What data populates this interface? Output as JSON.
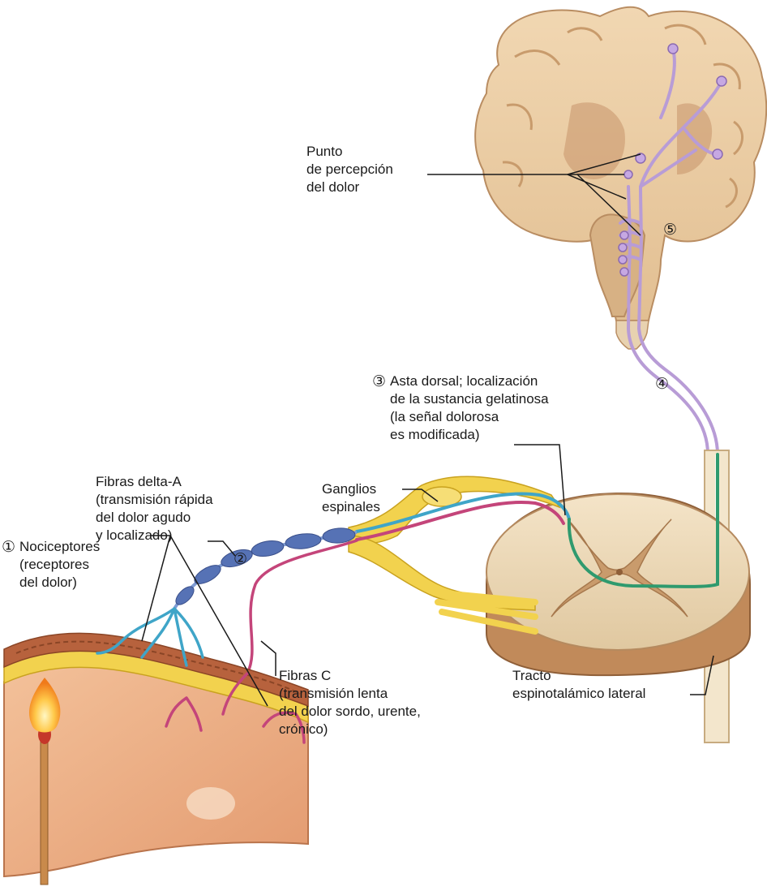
{
  "labels": {
    "perception": [
      "Punto",
      "de percepción",
      "del dolor"
    ],
    "dorsal_horn": [
      "Asta dorsal; localización",
      "de la sustancia gelatinosa",
      "(la señal dolorosa",
      "es modificada)"
    ],
    "delta_a": [
      "Fibras delta-A",
      "(transmisión rápida",
      "del dolor agudo",
      "y localizado)"
    ],
    "ganglia": [
      "Ganglios",
      "espinales"
    ],
    "nociceptors": [
      "Nociceptores",
      "(receptores",
      "del dolor)"
    ],
    "c_fibers": [
      "Fibras C",
      "(transmisión lenta",
      "del dolor sordo, urente,",
      "crónico)"
    ],
    "tract": [
      "Tracto",
      "espinotalámico lateral"
    ]
  },
  "markers": {
    "one": "①",
    "two": "②",
    "three": "③",
    "four": "④",
    "five": "⑤"
  },
  "colors": {
    "brain": "#e8c9a0",
    "brain_dark": "#b88a5c",
    "pathway": "#b89cd6",
    "delta_fiber": "#5672b5",
    "c_fiber": "#c4457a",
    "receptor": "#3fa5c8",
    "spinal_nerve": "#f2d24e",
    "green_neuron": "#2f9a6e",
    "skin": "#e9a87a",
    "flame": "#f6a52b"
  }
}
